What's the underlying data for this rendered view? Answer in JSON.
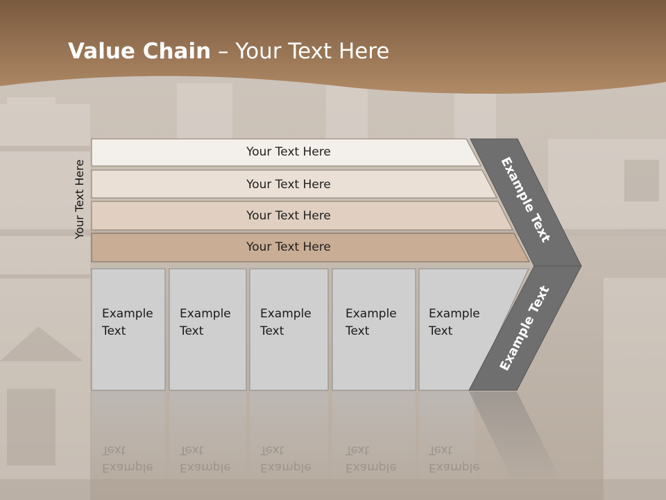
{
  "slide": {
    "title_bold": "Value Chain",
    "title_rest": " – Your Text Here",
    "vertical_label": "Your Text Here",
    "bars": [
      {
        "label": "Your Text Here"
      },
      {
        "label": "Your Text Here"
      },
      {
        "label": "Your Text Here"
      },
      {
        "label": "Your Text Here"
      }
    ],
    "boxes": [
      {
        "line1": "Example",
        "line2": "Text"
      },
      {
        "line1": "Example",
        "line2": "Text"
      },
      {
        "line1": "Example",
        "line2": "Text"
      },
      {
        "line1": "Example",
        "line2": "Text"
      },
      {
        "line1": "Example",
        "line2": "Text"
      }
    ],
    "chevron_upper": "Example Text",
    "chevron_lower": "Example Text"
  },
  "colors": {
    "header_band": "#8e6a4a",
    "bar1": "#f3efea",
    "bar2": "#ebe0d6",
    "bar3": "#e1d0c1",
    "bar4": "#c9ad94",
    "box": "#cfcfcf",
    "chevron": "#6f6f6f"
  }
}
